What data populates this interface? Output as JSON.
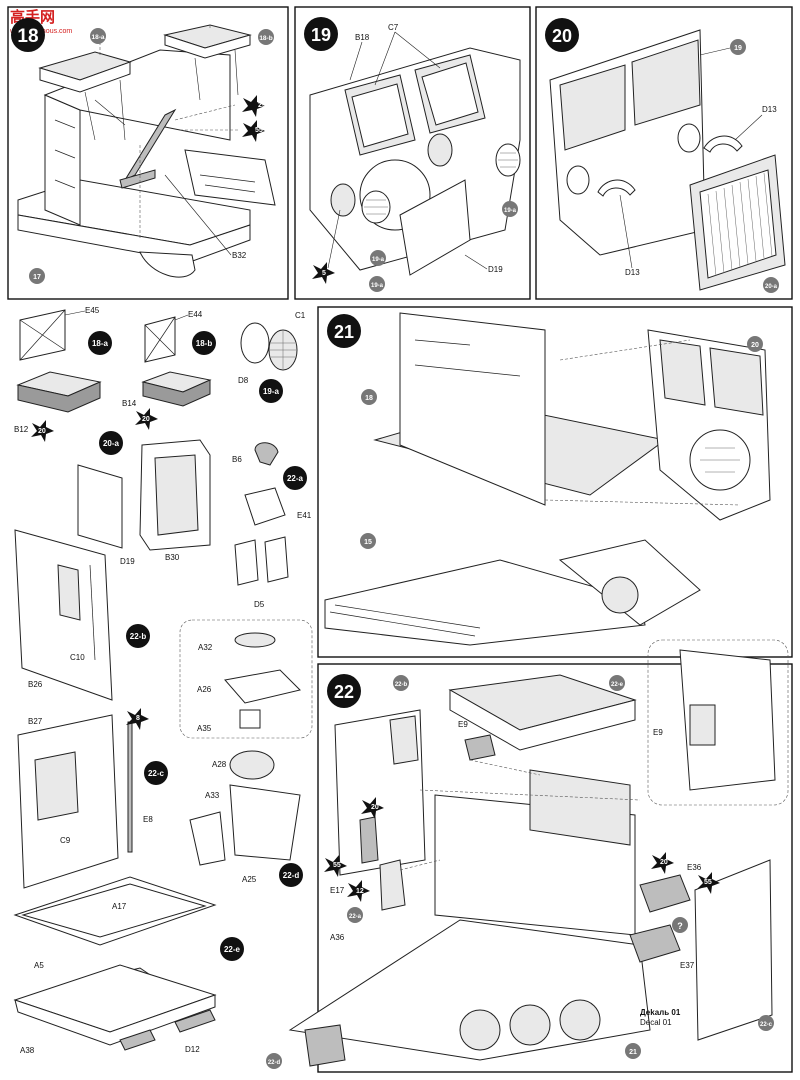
{
  "watermark": {
    "site": "高手网",
    "url": "www.gaoshous.com"
  },
  "steps": {
    "s18": {
      "number": "18",
      "labels": {
        "a": "18-a",
        "b": "18-b",
        "p17": "17",
        "p25": "25",
        "p55": "55",
        "b32": "B32"
      }
    },
    "s19": {
      "number": "19",
      "labels": {
        "b18": "B18",
        "c7": "C7",
        "p5": "5",
        "a1": "19-a",
        "a2": "19-a",
        "a3": "19-a",
        "d19": "D19"
      }
    },
    "s20": {
      "number": "20",
      "labels": {
        "p19": "19",
        "d13a": "D13",
        "d13b": "D13",
        "a": "20-a"
      }
    },
    "s18a": {
      "number": "18-a",
      "labels": {
        "e45": "E45",
        "b12": "B12",
        "p20": "20"
      }
    },
    "s18b": {
      "number": "18-b",
      "labels": {
        "e44": "E44",
        "b14": "B14",
        "p20": "20"
      }
    },
    "s19a": {
      "number": "19-a",
      "labels": {
        "c1": "C1",
        "d8": "D8"
      }
    },
    "s20a": {
      "number": "20-a",
      "labels": {
        "d19": "D19",
        "b30": "B30"
      }
    },
    "s22a": {
      "number": "22-a",
      "labels": {
        "b6": "B6",
        "e41": "E41",
        "d5": "D5"
      }
    },
    "s22b": {
      "number": "22-b",
      "labels": {
        "c10": "C10",
        "b26": "B26"
      }
    },
    "s22c": {
      "number": "22-c",
      "labels": {
        "b27": "B27",
        "p8": "8",
        "c9": "C9",
        "e8": "E8"
      }
    },
    "s22d": {
      "number": "22-d",
      "labels": {
        "a32": "A32",
        "a26": "A26",
        "a35": "A35",
        "a28": "A28",
        "a33": "A33",
        "a25": "A25"
      }
    },
    "s22e": {
      "number": "22-e",
      "labels": {
        "a17": "A17",
        "a5": "A5",
        "a38": "A38",
        "d12": "D12"
      }
    },
    "s21": {
      "number": "21",
      "labels": {
        "p18": "18",
        "p20": "20",
        "p15": "15"
      }
    },
    "s22": {
      "number": "22",
      "labels": {
        "b": "22-b",
        "e": "22-e",
        "e9a": "E9",
        "e9b": "E9",
        "p20a": "20",
        "p55a": "55",
        "e17": "E17",
        "p12": "12",
        "a": "22-a",
        "a36": "A36",
        "d": "22-d",
        "p20b": "20",
        "e36": "E36",
        "p55b": "55",
        "e37": "E37",
        "p21": "21",
        "c": "22-c",
        "decal_ru": "Деkаль 01",
        "decal_en": "Decal 01",
        "question": "?"
      }
    }
  },
  "colors": {
    "ink": "#111111",
    "badge": "#111111",
    "badge_text": "#ffffff",
    "grey_badge": "#777777",
    "part_fill": "#e9e9e9",
    "tray_fill": "#9a9a9a"
  }
}
